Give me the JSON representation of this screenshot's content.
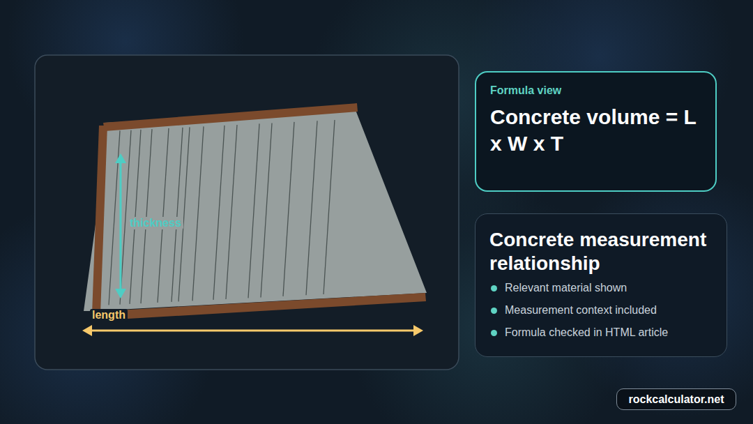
{
  "diagram": {
    "nodes": [
      {
        "text": [
          "Formula view",
          "Concrete volume = L x W x T"
        ]
      },
      {
        "text": [
          "Concrete measurement relationship",
          "Relevant material shown",
          "Measurement context included",
          "Formula checked in HTML article"
        ]
      },
      {
        "text": [
          "rockcalculator.net"
        ]
      }
    ],
    "labels": [
      "thickness",
      "length"
    ]
  }
}
